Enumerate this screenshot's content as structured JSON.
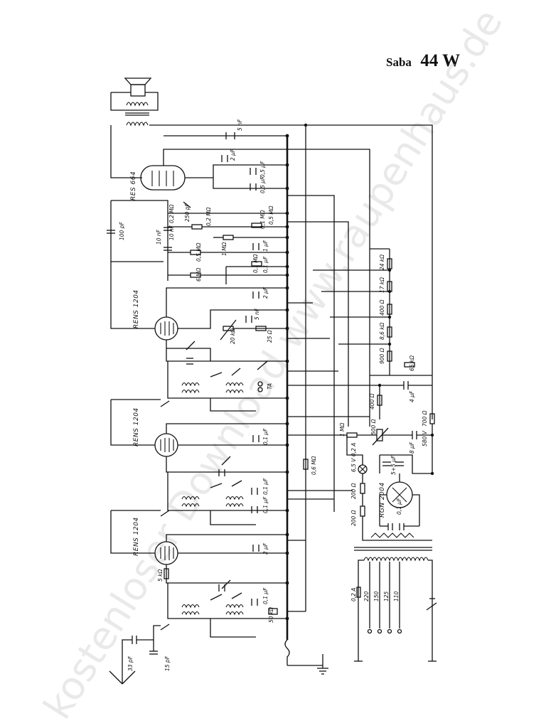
{
  "header": {
    "brand": "Saba",
    "model": "44 W"
  },
  "watermark": "kostenloser Download www.raupenhaus.de",
  "tubes": [
    "RES 664",
    "RENS 1204",
    "RENS 1204",
    "RENS 1204",
    "RGN 2004"
  ],
  "labels": {
    "c_5nf": "5 nF",
    "c_2uf_a": "2 μF",
    "c_05uf_a": "0,5 μF",
    "c_05uf_b": "0,5 μF",
    "c_250pf": "250 pF",
    "r_02meg": "0,2 MΩ",
    "r_02meg_b": "0,2 MΩ",
    "c_10nf_a": "10 nF",
    "c_10nf_b": "10 nF",
    "c_100pf": "100 pF",
    "r_05meg": "0,5 MΩ",
    "r_1meg": "1 MΩ",
    "c_01uf_a": "0,1 μF",
    "c_05mf": "0,5 MΩ",
    "c_1uf": "1 μF",
    "r_6meg": "6 MΩ",
    "r_01meg": "0,1 MΩ",
    "c_01uf_b": "0,1 μF",
    "c_2uf_b": "2 μF",
    "r_24k": "24 kΩ",
    "r_17k": "17 kΩ",
    "r_400": "400 Ω",
    "r_86k": "8,6 kΩ",
    "r_900": "900 Ω",
    "r_65k": "65 kΩ",
    "c_4uf": "4 μF",
    "c_5nf_b": "5 nF",
    "r_20k": "20 kΩ",
    "r_25": "25 Ω",
    "r_400b": "400 Ω",
    "ta": "TA",
    "r_1meg_b": "1 MΩ",
    "r_500": "500 Ω",
    "r_700": "700 Ω",
    "v_580": "580 V",
    "c_8uf": "8 μF",
    "r_06meg": "0,6 MΩ",
    "lamp": "6,5 V 0,2 A",
    "r_200": "200 Ω",
    "r_200b": "200 Ω",
    "c_01uf_c": "0,1 μF",
    "c_01uf_d": "0,1 μF",
    "r_01meg_b": "0,1 MΩ",
    "c_2uf_c": "2 μF",
    "r_5k": "5 kΩ",
    "r_50k": "50 kΩ",
    "c_01uf_e": "0,1 μF",
    "c_33pf": "33 pF",
    "c_15pf": "15 pF",
    "fuse": "0,2 A",
    "v_220": "220",
    "v_150": "150",
    "v_125": "125",
    "v_110": "110",
    "c_5uf_pair": "5+5 μF",
    "c_01uf_f": "0,1 μF"
  }
}
